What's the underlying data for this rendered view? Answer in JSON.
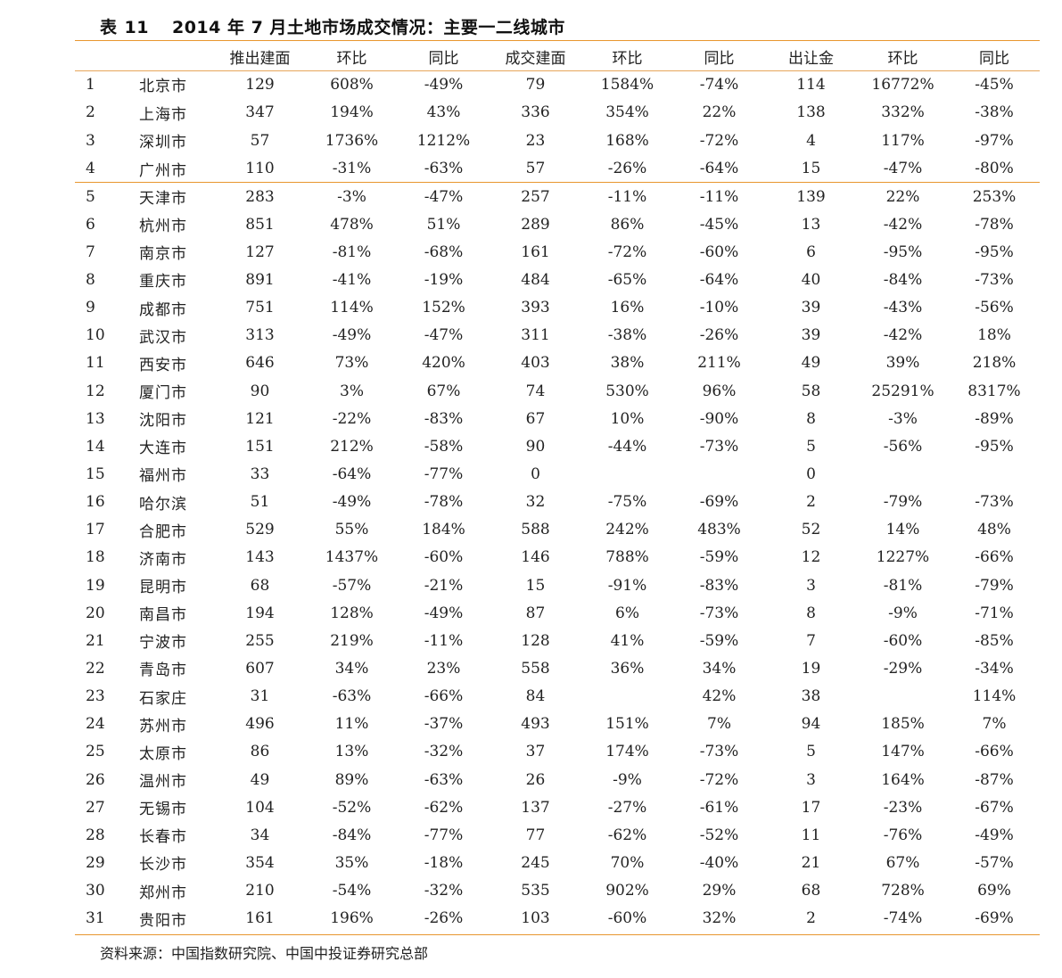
{
  "title": {
    "label": "表",
    "number": "11",
    "text": "2014 年 7 月土地市场成交情况：主要一二线城市"
  },
  "table": {
    "headers": [
      "",
      "",
      "推出建面",
      "环比",
      "同比",
      "成交建面",
      "环比",
      "同比",
      "出让金",
      "环比",
      "同比"
    ],
    "rows": [
      [
        "1",
        "北京市",
        "129",
        "608%",
        "-49%",
        "79",
        "1584%",
        "-74%",
        "114",
        "16772%",
        "-45%"
      ],
      [
        "2",
        "上海市",
        "347",
        "194%",
        "43%",
        "336",
        "354%",
        "22%",
        "138",
        "332%",
        "-38%"
      ],
      [
        "3",
        "深圳市",
        "57",
        "1736%",
        "1212%",
        "23",
        "168%",
        "-72%",
        "4",
        "117%",
        "-97%"
      ],
      [
        "4",
        "广州市",
        "110",
        "-31%",
        "-63%",
        "57",
        "-26%",
        "-64%",
        "15",
        "-47%",
        "-80%"
      ],
      [
        "5",
        "天津市",
        "283",
        "-3%",
        "-47%",
        "257",
        "-11%",
        "-11%",
        "139",
        "22%",
        "253%"
      ],
      [
        "6",
        "杭州市",
        "851",
        "478%",
        "51%",
        "289",
        "86%",
        "-45%",
        "13",
        "-42%",
        "-78%"
      ],
      [
        "7",
        "南京市",
        "127",
        "-81%",
        "-68%",
        "161",
        "-72%",
        "-60%",
        "6",
        "-95%",
        "-95%"
      ],
      [
        "8",
        "重庆市",
        "891",
        "-41%",
        "-19%",
        "484",
        "-65%",
        "-64%",
        "40",
        "-84%",
        "-73%"
      ],
      [
        "9",
        "成都市",
        "751",
        "114%",
        "152%",
        "393",
        "16%",
        "-10%",
        "39",
        "-43%",
        "-56%"
      ],
      [
        "10",
        "武汉市",
        "313",
        "-49%",
        "-47%",
        "311",
        "-38%",
        "-26%",
        "39",
        "-42%",
        "18%"
      ],
      [
        "11",
        "西安市",
        "646",
        "73%",
        "420%",
        "403",
        "38%",
        "211%",
        "49",
        "39%",
        "218%"
      ],
      [
        "12",
        "厦门市",
        "90",
        "3%",
        "67%",
        "74",
        "530%",
        "96%",
        "58",
        "25291%",
        "8317%"
      ],
      [
        "13",
        "沈阳市",
        "121",
        "-22%",
        "-83%",
        "67",
        "10%",
        "-90%",
        "8",
        "-3%",
        "-89%"
      ],
      [
        "14",
        "大连市",
        "151",
        "212%",
        "-58%",
        "90",
        "-44%",
        "-73%",
        "5",
        "-56%",
        "-95%"
      ],
      [
        "15",
        "福州市",
        "33",
        "-64%",
        "-77%",
        "0",
        "",
        "",
        "0",
        "",
        ""
      ],
      [
        "16",
        "哈尔滨",
        "51",
        "-49%",
        "-78%",
        "32",
        "-75%",
        "-69%",
        "2",
        "-79%",
        "-73%"
      ],
      [
        "17",
        "合肥市",
        "529",
        "55%",
        "184%",
        "588",
        "242%",
        "483%",
        "52",
        "14%",
        "48%"
      ],
      [
        "18",
        "济南市",
        "143",
        "1437%",
        "-60%",
        "146",
        "788%",
        "-59%",
        "12",
        "1227%",
        "-66%"
      ],
      [
        "19",
        "昆明市",
        "68",
        "-57%",
        "-21%",
        "15",
        "-91%",
        "-83%",
        "3",
        "-81%",
        "-79%"
      ],
      [
        "20",
        "南昌市",
        "194",
        "128%",
        "-49%",
        "87",
        "6%",
        "-73%",
        "8",
        "-9%",
        "-71%"
      ],
      [
        "21",
        "宁波市",
        "255",
        "219%",
        "-11%",
        "128",
        "41%",
        "-59%",
        "7",
        "-60%",
        "-85%"
      ],
      [
        "22",
        "青岛市",
        "607",
        "34%",
        "23%",
        "558",
        "36%",
        "34%",
        "19",
        "-29%",
        "-34%"
      ],
      [
        "23",
        "石家庄",
        "31",
        "-63%",
        "-66%",
        "84",
        "",
        "42%",
        "38",
        "",
        "114%"
      ],
      [
        "24",
        "苏州市",
        "496",
        "11%",
        "-37%",
        "493",
        "151%",
        "7%",
        "94",
        "185%",
        "7%"
      ],
      [
        "25",
        "太原市",
        "86",
        "13%",
        "-32%",
        "37",
        "174%",
        "-73%",
        "5",
        "147%",
        "-66%"
      ],
      [
        "26",
        "温州市",
        "49",
        "89%",
        "-63%",
        "26",
        "-9%",
        "-72%",
        "3",
        "164%",
        "-87%"
      ],
      [
        "27",
        "无锡市",
        "104",
        "-52%",
        "-62%",
        "137",
        "-27%",
        "-61%",
        "17",
        "-23%",
        "-67%"
      ],
      [
        "28",
        "长春市",
        "34",
        "-84%",
        "-77%",
        "77",
        "-62%",
        "-52%",
        "11",
        "-76%",
        "-49%"
      ],
      [
        "29",
        "长沙市",
        "354",
        "35%",
        "-18%",
        "245",
        "70%",
        "-40%",
        "21",
        "67%",
        "-57%"
      ],
      [
        "30",
        "郑州市",
        "210",
        "-54%",
        "-32%",
        "535",
        "902%",
        "29%",
        "68",
        "728%",
        "69%"
      ],
      [
        "31",
        "贵阳市",
        "161",
        "196%",
        "-26%",
        "103",
        "-60%",
        "32%",
        "2",
        "-74%",
        "-69%"
      ]
    ]
  },
  "source": "资料来源：中国指数研究院、中国中投证券研究总部",
  "colors": {
    "rule": "#e8962e",
    "text": "#222222"
  }
}
